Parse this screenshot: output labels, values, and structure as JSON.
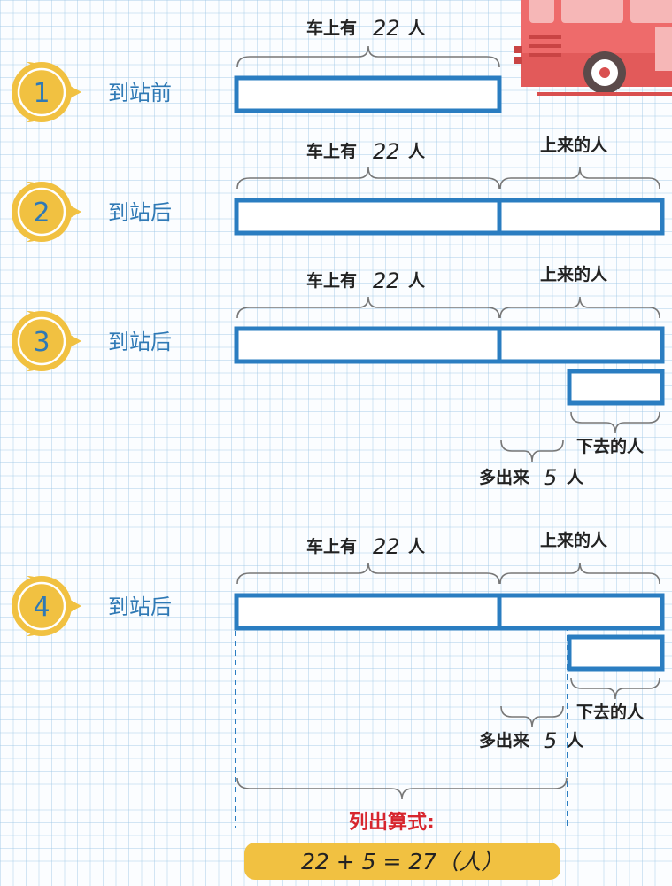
{
  "steps": [
    {
      "number": "1",
      "label": "到站前"
    },
    {
      "number": "2",
      "label": "到站后"
    },
    {
      "number": "3",
      "label": "到站后"
    },
    {
      "number": "4",
      "label": "到站后"
    }
  ],
  "labels": {
    "on_bus_prefix": "车上有",
    "on_bus_count": "22",
    "on_bus_unit": "人",
    "boarded": "上来的人",
    "alighted": "下去的人",
    "extra_prefix": "多出来",
    "extra_count": "5",
    "extra_unit": "人"
  },
  "formula": {
    "title": "列出算式:",
    "expression": "22 + 5 = 27（人）"
  },
  "colors": {
    "badge": "#f1c141",
    "box": "#2a7dc1",
    "step_text": "#2f79b5",
    "formula_title": "#d7262e",
    "formula_bar": "#f1c141",
    "bus": "#ee6b6b"
  },
  "icons": [
    "bus-icon"
  ]
}
